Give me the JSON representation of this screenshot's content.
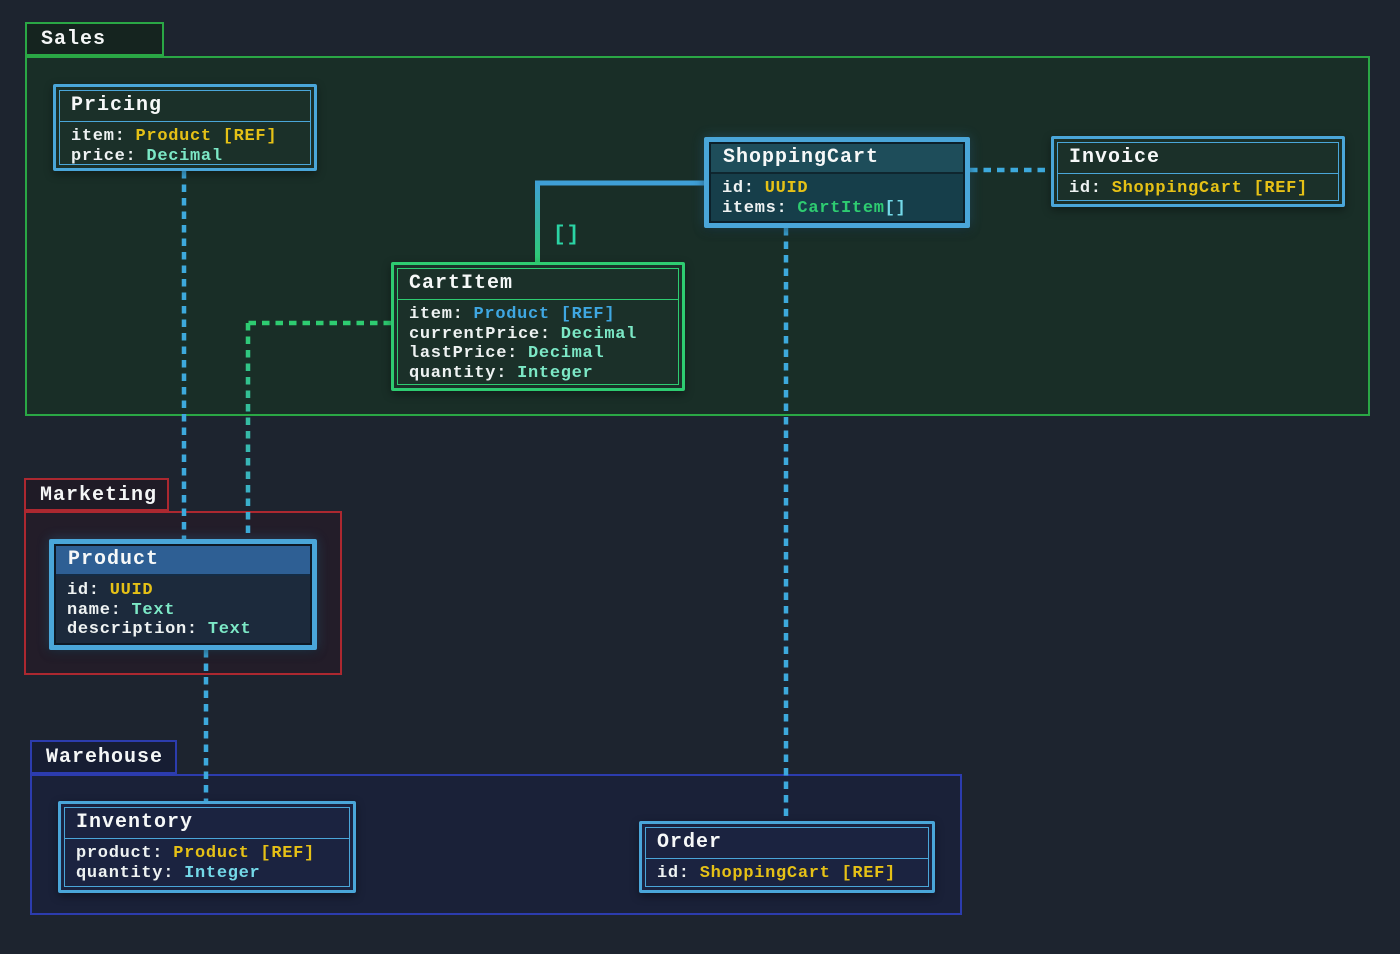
{
  "diagram": {
    "groups": {
      "sales": {
        "label": "Sales"
      },
      "marketing": {
        "label": "Marketing"
      },
      "warehouse": {
        "label": "Warehouse"
      }
    },
    "entities": {
      "pricing": {
        "title": "Pricing",
        "attrs": [
          {
            "name": "item:",
            "type": "Product [REF]"
          },
          {
            "name": "price:",
            "type": "Decimal"
          }
        ]
      },
      "shoppingcart": {
        "title": "ShoppingCart",
        "attrs": [
          {
            "name": "id:",
            "type": "UUID"
          },
          {
            "name": "items:",
            "type": "CartItem",
            "suffix": "[]"
          }
        ]
      },
      "invoice": {
        "title": "Invoice",
        "attrs": [
          {
            "name": "id:",
            "type": "ShoppingCart [REF]"
          }
        ]
      },
      "cartitem": {
        "title": "CartItem",
        "attrs": [
          {
            "name": "item:",
            "type": "Product [REF]"
          },
          {
            "name": "currentPrice:",
            "type": "Decimal"
          },
          {
            "name": "lastPrice:",
            "type": "Decimal"
          },
          {
            "name": "quantity:",
            "type": "Integer"
          }
        ]
      },
      "product": {
        "title": "Product",
        "attrs": [
          {
            "name": "id:",
            "type": "UUID"
          },
          {
            "name": "name:",
            "type": "Text"
          },
          {
            "name": "description:",
            "type": "Text"
          }
        ]
      },
      "inventory": {
        "title": "Inventory",
        "attrs": [
          {
            "name": "product:",
            "type": "Product [REF]"
          },
          {
            "name": "quantity:",
            "type": "Integer"
          }
        ]
      },
      "order": {
        "title": "Order",
        "attrs": [
          {
            "name": "id:",
            "type": "ShoppingCart [REF]"
          }
        ]
      }
    },
    "edge_labels": {
      "items_multiplicity": "[]"
    },
    "colors": {
      "page_bg": "#1d242f",
      "sales_green": "#2aa745",
      "marketing_red": "#ac2830",
      "warehouse_blue": "#2c3cae",
      "entity_blue": "#4aa6d9",
      "entity_green": "#2ecc71",
      "edge_blue": "#3da9dc",
      "edge_green": "#2ecc71",
      "type_gold": "#e6c116",
      "type_mint": "#7ce8c6",
      "type_cyan": "#74d9e8",
      "type_blue": "#3fa7e2",
      "type_green": "#2ecc71",
      "multiplicity_teal": "#2bd4a4"
    }
  }
}
